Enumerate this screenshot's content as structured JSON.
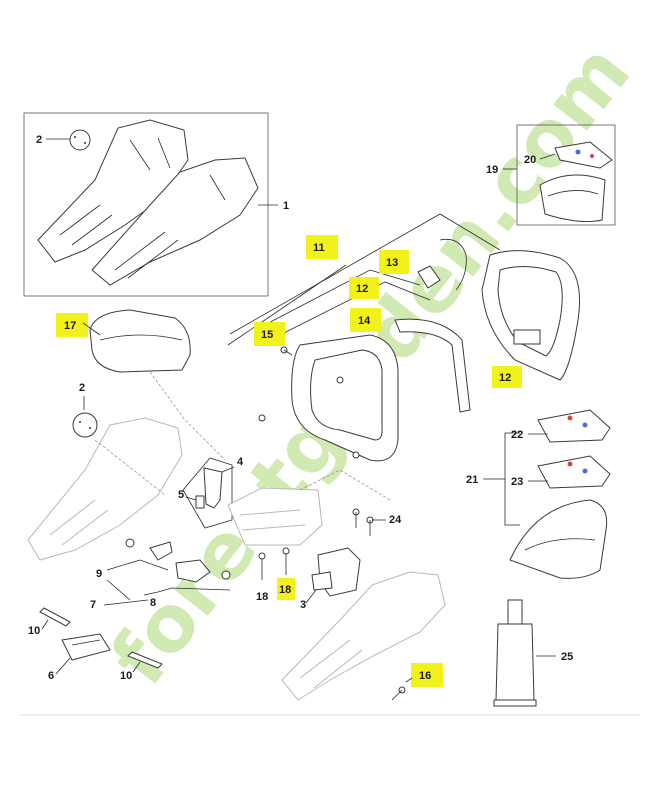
{
  "watermark": {
    "text": "forestgarden.com",
    "colors": {
      "green": "#c9e7a6",
      "orange": "#f7b35a",
      "grey": "#d9d2c4"
    }
  },
  "highlight_color": "#f2f21a",
  "labels": {
    "p1": "1",
    "p2a": "2",
    "p2b": "2",
    "p3": "3",
    "p4": "4",
    "p5": "5",
    "p6": "6",
    "p7": "7",
    "p8": "8",
    "p9": "9",
    "p10a": "10",
    "p10b": "10",
    "p11": "11",
    "p12a": "12",
    "p12b": "12",
    "p13": "13",
    "p14": "14",
    "p15": "15",
    "p16": "16",
    "p17": "17",
    "p18a": "18",
    "p18b": "18",
    "p19": "19",
    "p20": "20",
    "p21": "21",
    "p22": "22",
    "p23": "23",
    "p24": "24",
    "p25": "25"
  }
}
